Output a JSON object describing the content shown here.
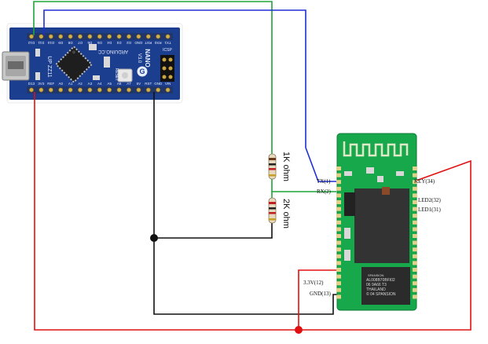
{
  "colors": {
    "green_wire": "#1fa53a",
    "blue_wire": "#1f2fd6",
    "red_wire": "#e01010",
    "black_wire": "#111111",
    "arduino_pcb": "#1c3e8f",
    "bt_pcb": "#17a84c",
    "chip": "#2b2b2b"
  },
  "arduino": {
    "top_pins": [
      "D12",
      "D11",
      "D10",
      "D9",
      "D8",
      "D7",
      "D6",
      "D5",
      "D4",
      "D3",
      "D2",
      "GND",
      "RST",
      "RX0",
      "TX1"
    ],
    "bottom_pins": [
      "D13",
      "3V3",
      "REF",
      "A0",
      "A1",
      "A2",
      "A3",
      "A4",
      "A5",
      "A6",
      "A7",
      "5V",
      "RST",
      "GND",
      "VIN"
    ],
    "silk_left": "UP ZZ11",
    "silk_brand": "ARDUINO.CC",
    "silk_model": "NANO",
    "silk_version": "V3.0",
    "silk_logo": "G",
    "silk_reset": "RESET",
    "silk_icsp": "ICSP"
  },
  "resistors": {
    "r1": "1K ohm",
    "r2": "2K ohm"
  },
  "bt_module": {
    "pins": {
      "tx": "TX(1)",
      "rx": "RX(2)",
      "key": "KEY(34)",
      "led2": "LED2(32)",
      "led1": "LED1(31)",
      "v33": "3.3V(12)",
      "gnd": "GND(13)"
    },
    "chip_brand": "SPANSION",
    "chip_lines": [
      "AL008B70BFI02",
      "06 9A66 T3",
      "THAILAND",
      "© 04 SPANSION"
    ]
  }
}
